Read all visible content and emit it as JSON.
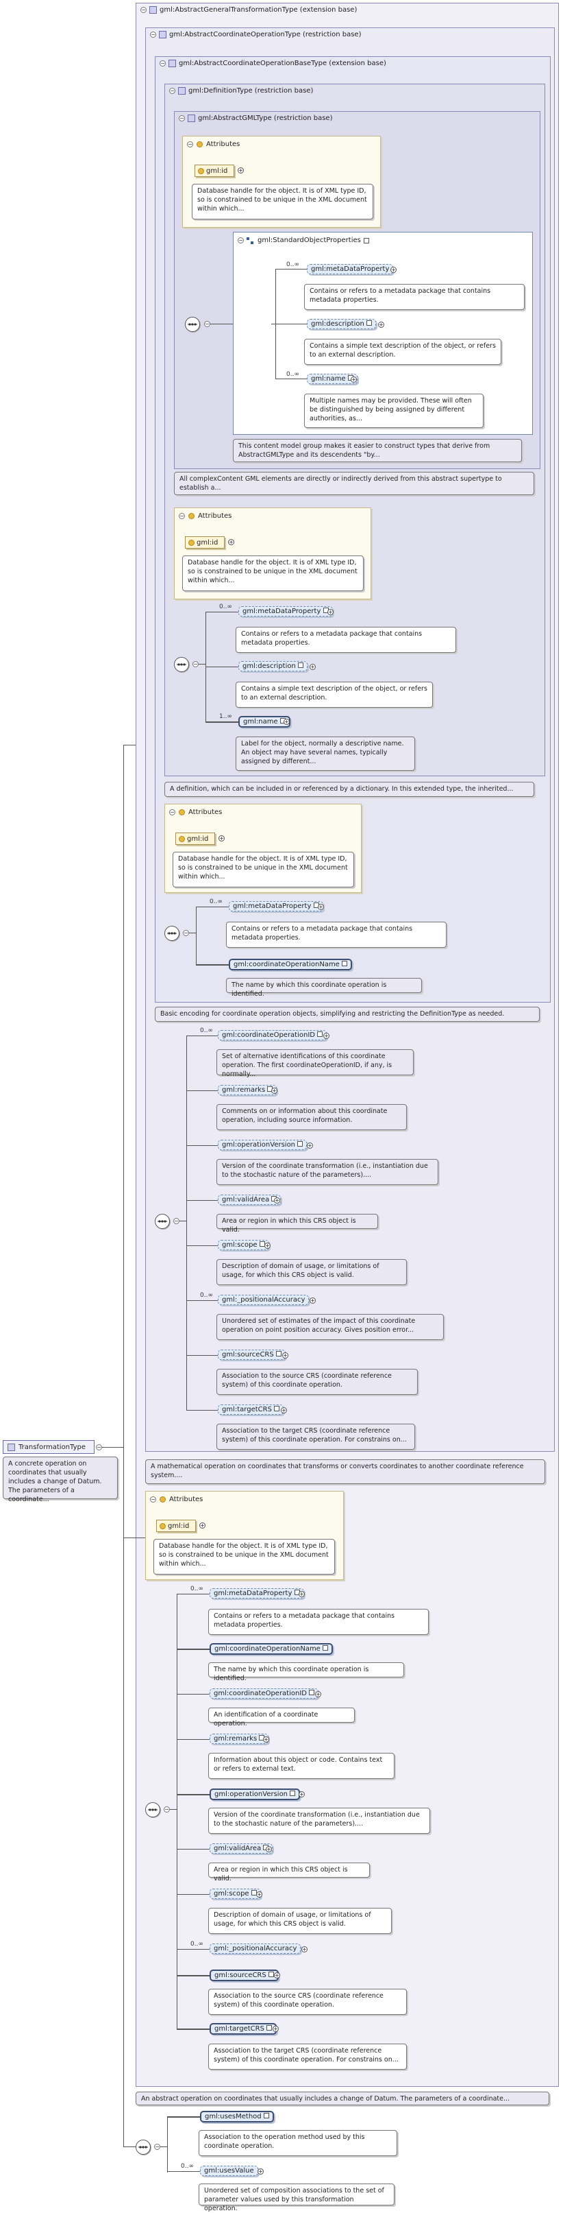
{
  "labels": {
    "gatype": "gml:AbstractGeneralTransformationType (extension base)",
    "acotype": "gml:AbstractCoordinateOperationType (restriction base)",
    "acobase": "gml:AbstractCoordinateOperationBaseType (extension base)",
    "deftype": "gml:DefinitionType (restriction base)",
    "gmltype": "gml:AbstractGMLType (restriction base)",
    "attributes": "Attributes",
    "gmlid": "gml:id",
    "stdprops": "gml:StandardObjectProperties",
    "root": "TransformationType"
  },
  "descriptions": {
    "gmlid": "Database handle for the object. It is of XML type ID, so is constrained to be unique in the XML document within which...",
    "metaDataProperty": "Contains or refers to a metadata package that contains metadata properties.",
    "description": "Contains a simple text description of the object, or refers to an external description.",
    "name_multi": "Multiple names may be provided. These will often be distinguished by being assigned by different authorities, as...",
    "stdprops": "This content model group makes it easier to construct types that derive from AbstractGMLType and its descendents \"by...",
    "gmltype": "All complexContent GML elements are directly or indirectly derived from this abstract supertype to establish a...",
    "name_label": "Label for the object, normally a descriptive name. An object may have several names, typically assigned by different...",
    "deftype": "A definition, which can be included in or referenced by a dictionary. In this extended type, the inherited...",
    "coname": "The name by which this coordinate operation is identified.",
    "acobase": "Basic encoding for coordinate operation objects, simplifying and restricting the DefinitionType as needed.",
    "coid_alt": "Set of alternative identifications of this coordinate operation. The first coordinateOperationID, if any, is normally...",
    "remarks": "Comments on or information about this coordinate operation, including source information.",
    "opversion": "Version of the coordinate transformation (i.e., instantiation due to the stochastic nature of the parameters)....",
    "validarea": "Area or region in which this CRS object is valid.",
    "scope": "Description of domain of usage, or limitations of usage, for which this CRS object is valid.",
    "posacc": "Unordered set of estimates of the impact of this coordinate operation on point position accuracy. Gives position error...",
    "sourcecrs": "Association to the source CRS (coordinate reference system) of this coordinate operation.",
    "targetcrs": "Association to the target CRS (coordinate reference system) of this coordinate operation. For constrains on...",
    "acotype": "A mathematical operation on coordinates that transforms or converts coordinates to another coordinate reference system....",
    "coid": "An identification of a coordinate operation.",
    "remarks2": "Information about this object or code. Contains text or refers to external text.",
    "gatype": "An abstract operation on coordinates that usually includes a change of Datum. The parameters of a coordinate...",
    "usesmethod": "Association to the operation method used by this coordinate operation.",
    "usesvalue": "Unordered set of composition associations to the set of parameter values used by this transformation operation.",
    "root": "A concrete operation on coordinates that usually includes a change of Datum. The parameters of a coordinate..."
  },
  "elements": {
    "metaDataProperty": "gml:metaDataProperty",
    "description": "gml:description",
    "name": "gml:name",
    "coordinateOperationName": "gml:coordinateOperationName",
    "coordinateOperationID": "gml:coordinateOperationID",
    "remarks": "gml:remarks",
    "operationVersion": "gml:operationVersion",
    "validArea": "gml:validArea",
    "scope": "gml:scope",
    "positionalAccuracy": "gml:_positionalAccuracy",
    "sourceCRS": "gml:sourceCRS",
    "targetCRS": "gml:targetCRS",
    "usesMethod": "gml:usesMethod",
    "usesValue": "gml:usesValue"
  },
  "mult": {
    "zero_inf": "0..∞",
    "one_inf": "1..∞"
  }
}
